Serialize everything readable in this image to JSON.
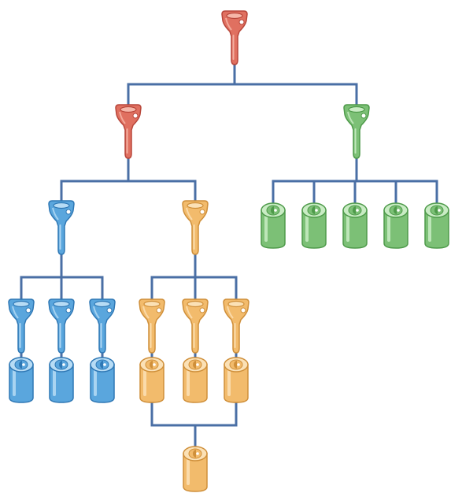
{
  "diagram": {
    "connector_color": "#4a6fa5",
    "palette": {
      "red": {
        "main": "#e07060",
        "dark": "#b8463a",
        "light": "#f6b6a8"
      },
      "green": {
        "main": "#7cc076",
        "dark": "#4e9a4a",
        "light": "#c9ecc4"
      },
      "blue": {
        "main": "#5aa6dd",
        "dark": "#2f78b5",
        "light": "#b7dcf5"
      },
      "orange": {
        "main": "#f2bb6c",
        "dark": "#cf8f3a",
        "light": "#fbe1b6"
      }
    },
    "nodes": {
      "root": {
        "kind": "funnel",
        "color": "red"
      },
      "red2": {
        "kind": "funnel",
        "color": "red"
      },
      "green1": {
        "kind": "funnel",
        "color": "green"
      },
      "blue1": {
        "kind": "funnel",
        "color": "blue"
      },
      "orange1": {
        "kind": "funnel",
        "color": "orange"
      },
      "bf1": {
        "kind": "funnel",
        "color": "blue"
      },
      "bf2": {
        "kind": "funnel",
        "color": "blue"
      },
      "bf3": {
        "kind": "funnel",
        "color": "blue"
      },
      "of1": {
        "kind": "funnel",
        "color": "orange"
      },
      "of2": {
        "kind": "funnel",
        "color": "orange"
      },
      "of3": {
        "kind": "funnel",
        "color": "orange"
      },
      "gc1": {
        "kind": "cylinder",
        "color": "green"
      },
      "gc2": {
        "kind": "cylinder",
        "color": "green"
      },
      "gc3": {
        "kind": "cylinder",
        "color": "green"
      },
      "gc4": {
        "kind": "cylinder",
        "color": "green"
      },
      "gc5": {
        "kind": "cylinder",
        "color": "green"
      },
      "bc1": {
        "kind": "cylinder",
        "color": "blue"
      },
      "bc2": {
        "kind": "cylinder",
        "color": "blue"
      },
      "bc3": {
        "kind": "cylinder",
        "color": "blue"
      },
      "oc1": {
        "kind": "cylinder",
        "color": "orange"
      },
      "oc2": {
        "kind": "cylinder",
        "color": "orange"
      },
      "oc3": {
        "kind": "cylinder",
        "color": "orange"
      },
      "oc4": {
        "kind": "cylinder",
        "color": "orange"
      }
    },
    "edges": [
      {
        "from": "root",
        "to": [
          "red2",
          "green1"
        ]
      },
      {
        "from": "red2",
        "to": [
          "blue1",
          "orange1"
        ]
      },
      {
        "from": "green1",
        "to": [
          "gc1",
          "gc2",
          "gc3",
          "gc4",
          "gc5"
        ]
      },
      {
        "from": "blue1",
        "to": [
          "bf1",
          "bf2",
          "bf3"
        ]
      },
      {
        "from": "orange1",
        "to": [
          "of1",
          "of2",
          "of3"
        ]
      },
      {
        "from": "bf1",
        "to": [
          "bc1"
        ]
      },
      {
        "from": "bf2",
        "to": [
          "bc2"
        ]
      },
      {
        "from": "bf3",
        "to": [
          "bc3"
        ]
      },
      {
        "from": "of1",
        "to": [
          "oc1"
        ]
      },
      {
        "from": "of2",
        "to": [
          "oc2"
        ]
      },
      {
        "from": "of3",
        "to": [
          "oc3"
        ]
      },
      {
        "merge": [
          "oc1",
          "oc3"
        ],
        "to": "oc4"
      }
    ]
  }
}
